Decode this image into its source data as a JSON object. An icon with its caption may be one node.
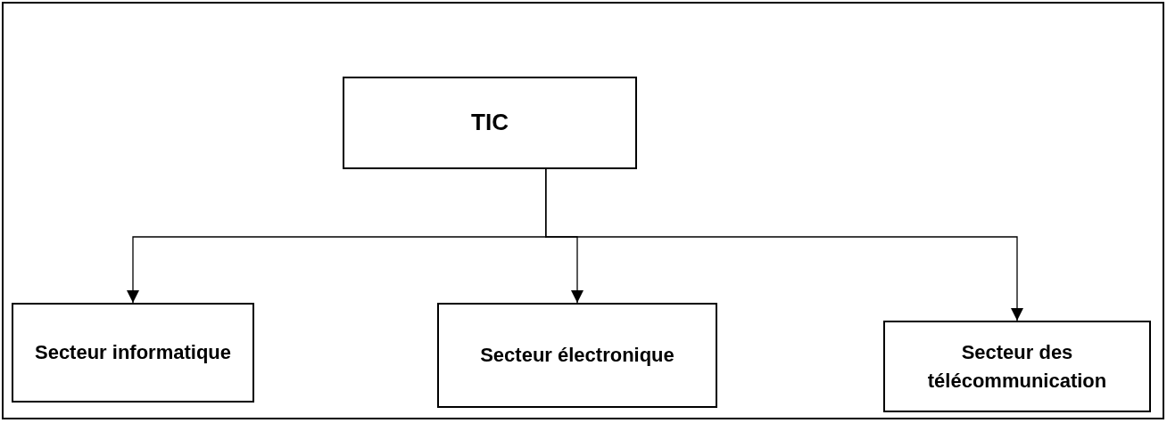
{
  "diagram": {
    "nodes": [
      {
        "text": [
          "TIC"
        ]
      },
      {
        "text": [
          "Secteur informatique"
        ]
      },
      {
        "text": [
          "Secteur électronique"
        ]
      },
      {
        "text": [
          "Secteur des télécommunication"
        ]
      }
    ],
    "edges": [
      {
        "from": 0,
        "to": 1,
        "arrow": "to"
      },
      {
        "from": 0,
        "to": 2,
        "arrow": "to"
      },
      {
        "from": 0,
        "to": 3,
        "arrow": "to"
      }
    ]
  }
}
